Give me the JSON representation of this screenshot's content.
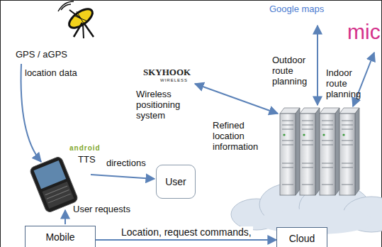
{
  "diagram": {
    "nodes": [
      {
        "text": [
          "User"
        ]
      },
      {
        "text": [
          "Mobile"
        ]
      },
      {
        "text": [
          "Cloud"
        ]
      }
    ],
    "edges": [
      {
        "from": 1,
        "to": 2,
        "arrow": "to",
        "label": "Location, request commands,"
      }
    ],
    "labels": [
      "GPS / aGPS",
      "location data",
      "android",
      "TTS",
      "directions",
      "User requests",
      "SKYHOOK",
      "WIRELESS",
      "Wireless positioning system",
      "Refined location information",
      "Google maps",
      "Outdoor route planning",
      "mic",
      "Indoor route planning"
    ]
  }
}
